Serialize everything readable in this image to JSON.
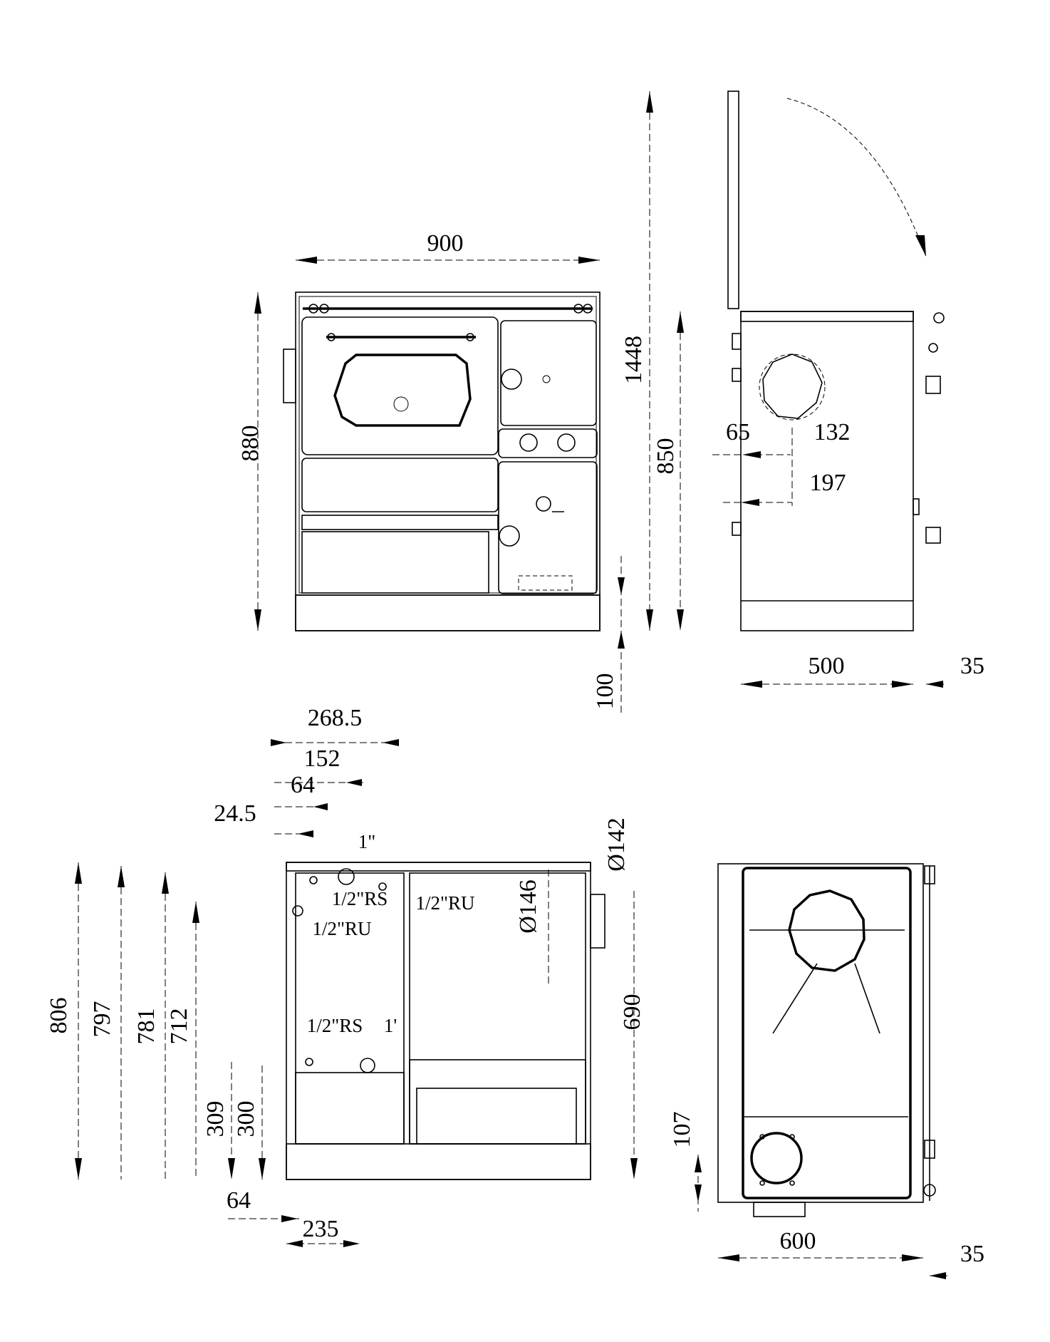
{
  "front_view": {
    "width_label": "900",
    "height_label": "880",
    "plinth_label": "100"
  },
  "side_view": {
    "open_lid_height_label": "1448",
    "body_height_label": "850",
    "offset_label": "65",
    "pipe_diameter_label": "132",
    "pipe_center_label": "197",
    "depth_label": "500",
    "protrusion_label": "35"
  },
  "rear_view": {
    "dim_268": "268.5",
    "dim_152": "152",
    "dim_64_top": "64",
    "dim_24": "24.5",
    "conn_1in_top": "1\"",
    "conn_rs_top": "1/2\"RS",
    "conn_ru_right": "1/2\"RU",
    "conn_ru_left": "1/2\"RU",
    "conn_rs_bottom": "1/2\"RS",
    "conn_1in_bottom": "1'",
    "dia_142": "Ø142",
    "dia_146": "Ø146",
    "h_806": "806",
    "h_797": "797",
    "h_781": "781",
    "h_712": "712",
    "h_309": "309",
    "h_300": "300",
    "h_690": "690",
    "dim_64_bottom": "64",
    "dim_235": "235"
  },
  "top_view": {
    "h_107": "107",
    "width_label": "600",
    "protrusion_label": "35"
  }
}
